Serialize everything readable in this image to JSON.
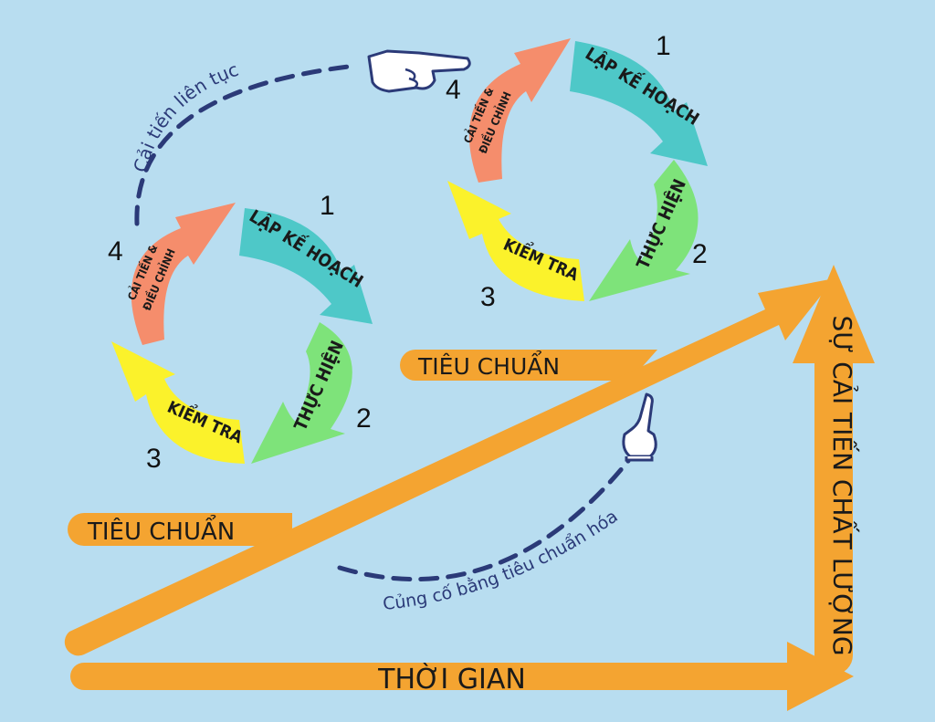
{
  "colors": {
    "background": "#b8ddf0",
    "arrow_orange": "#f4a431",
    "plan": "#4ec8c8",
    "do": "#7ee37a",
    "check": "#fbf22b",
    "act": "#f58d6c",
    "dash": "#2b3a78"
  },
  "cycle_labels": {
    "plan": "LẬP KẾ HOẠCH",
    "do": "THỰC HIỆN",
    "check": "KIỂM TRA",
    "act_line1": "CẢI TIẾN &",
    "act_line2": "ĐIỀU CHỈNH"
  },
  "numbers": [
    "1",
    "2",
    "3",
    "4"
  ],
  "standards": {
    "lower": "TIÊU CHUẨN",
    "upper": "TIÊU CHUẨN"
  },
  "axes": {
    "horizontal": "THỜI GIAN",
    "vertical": "SỰ CẢI TIẾN CHẤT LƯỢNG"
  },
  "captions": {
    "continuous": "Cải tiến liên tục",
    "consolidate": "Củng cố bằng tiêu chuẩn hóa"
  },
  "icons": [
    "pointing-hand-icon",
    "pointing-up-hand-icon"
  ]
}
